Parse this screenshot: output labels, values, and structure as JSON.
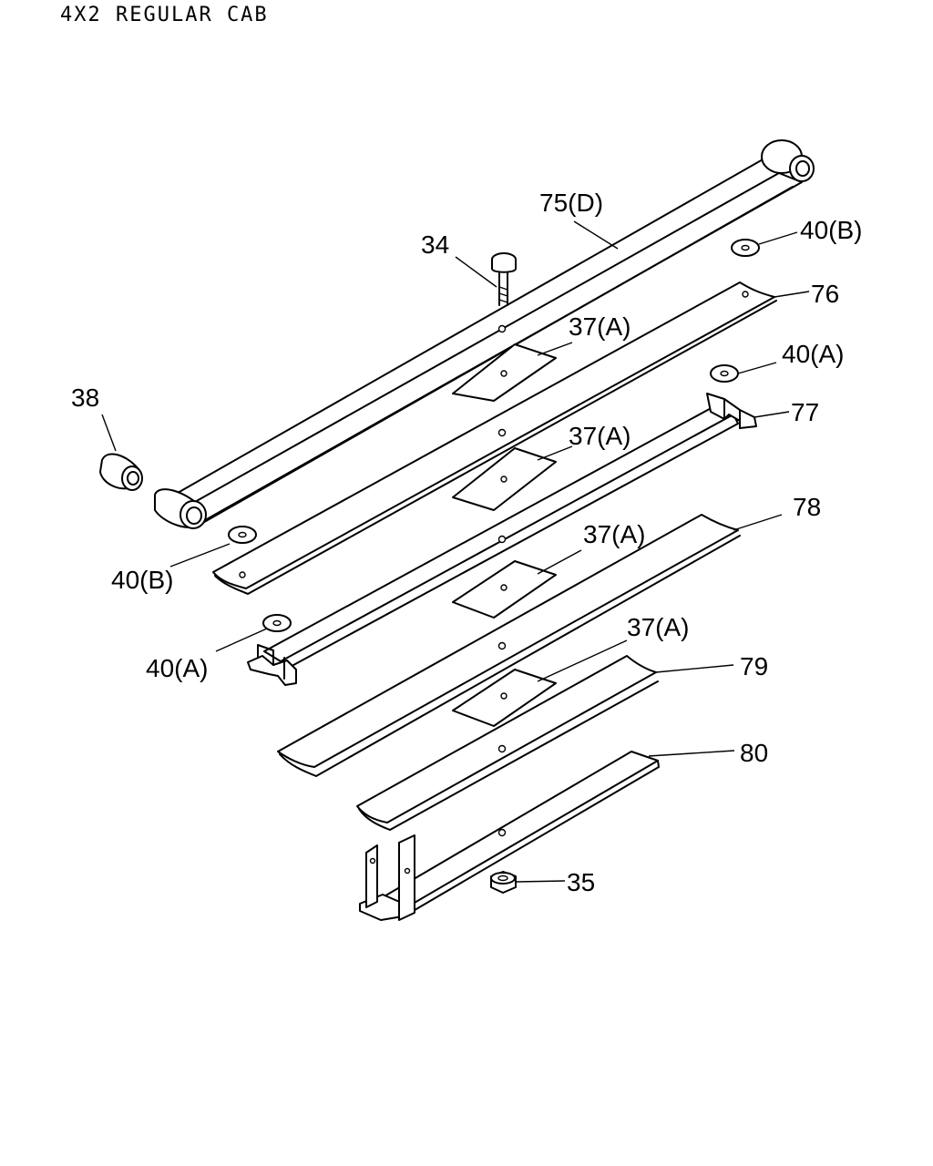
{
  "title": "4X2 REGULAR CAB",
  "callouts": {
    "c75d": "75(D)",
    "c34": "34",
    "c40b_top": "40(B)",
    "c76": "76",
    "c37a_1": "37(A)",
    "c40a_top": "40(A)",
    "c38": "38",
    "c77": "77",
    "c37a_2": "37(A)",
    "c78": "78",
    "c40b_left": "40(B)",
    "c37a_3": "37(A)",
    "c40a_left": "40(A)",
    "c37a_4": "37(A)",
    "c79": "79",
    "c80": "80",
    "c35": "35"
  }
}
